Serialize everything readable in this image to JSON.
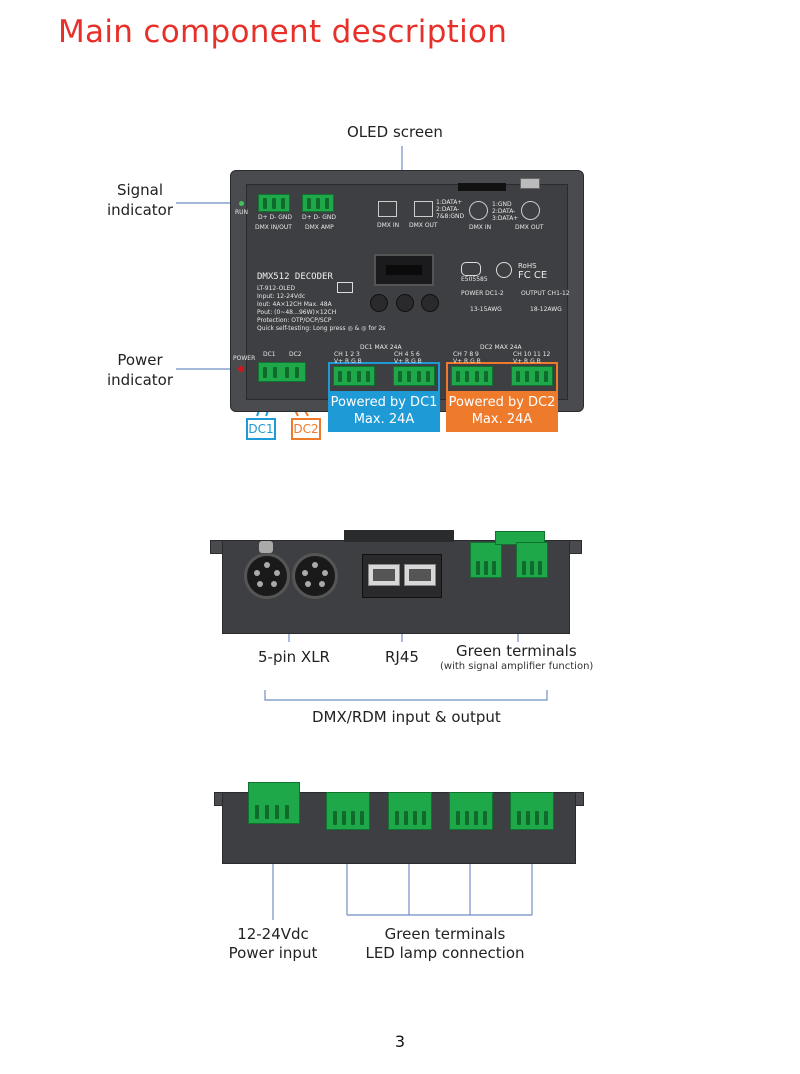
{
  "page": {
    "title": "Main component description",
    "page_number": "3"
  },
  "top_device": {
    "callouts": {
      "oled": "OLED screen",
      "signal_line1": "Signal",
      "signal_line2": "indicator",
      "power_line1": "Power",
      "power_line2": "indicator"
    },
    "silk": {
      "run": "RUN",
      "dmx_in_out_pins": "D+  D-  GND",
      "dmx_in_out": "DMX IN/OUT",
      "dmx_amp_pins": "D+  D-  GND",
      "dmx_amp": "DMX AMP",
      "dmx_in": "DMX IN",
      "dmx_out": "DMX OUT",
      "rj_pins": "1:DATA+ 2:DATA- 7&8:GND",
      "xlr_pins": "1:GND 2:DATA- 3:DATA+",
      "xlr_in": "DMX IN",
      "xlr_out": "DMX OUT",
      "model_title": "DMX512 DECODER",
      "model": "LT-912-OLED",
      "input": "Input: 12-24Vdc",
      "iout": "Iout:    4A×12CH  Max. 48A",
      "pout": "Pout:  (0~48…96W)×12CH",
      "protection": "Protection: OTP/OCP/SCP",
      "quick": "Quick self-testing: Long press ◎ & ◎ for 2s",
      "rohs": "RoHS",
      "ce": "FC CE",
      "e": "E505585",
      "power_spec": "POWER  DC1-2",
      "power_awg": "13-15AWG",
      "output_spec": "OUTPUT CH1-12",
      "output_awg": "18-12AWG",
      "power_label": "POWER",
      "dc1": "DC1",
      "dc2": "DC2",
      "dc1_max": "DC1 MAX 24A",
      "dc2_max": "DC2 MAX 24A",
      "ch_a": "CH  1  2  3",
      "ch_b": "CH  4  5  6",
      "ch_c": "CH  7  8  9",
      "ch_d": "CH 10 11 12",
      "vrgb": "V+  R  G  B"
    },
    "badges": {
      "dc1": "DC1",
      "dc2": "DC2",
      "powered_dc1_line1": "Powered by DC1",
      "powered_dc1_line2": "Max. 24A",
      "powered_dc2_line1": "Powered by DC2",
      "powered_dc2_line2": "Max. 24A"
    }
  },
  "middle_device": {
    "xlr": "5-pin XLR",
    "rj45": "RJ45",
    "green_terminals": "Green terminals",
    "green_terminals_note": "(with signal amplifier function)",
    "group": "DMX/RDM input & output"
  },
  "bottom_device": {
    "power_line1": "12-24Vdc",
    "power_line2": "Power input",
    "terminals_line1": "Green terminals",
    "terminals_line2": "LED lamp connection"
  },
  "colors": {
    "title_red": "#e8302a",
    "dc1_blue": "#1e9ad6",
    "dc2_orange": "#ee7a2b",
    "terminal_green": "#1fa84a",
    "callout_line": "#6e8fc4",
    "panel_gray": "#3e3f42"
  }
}
